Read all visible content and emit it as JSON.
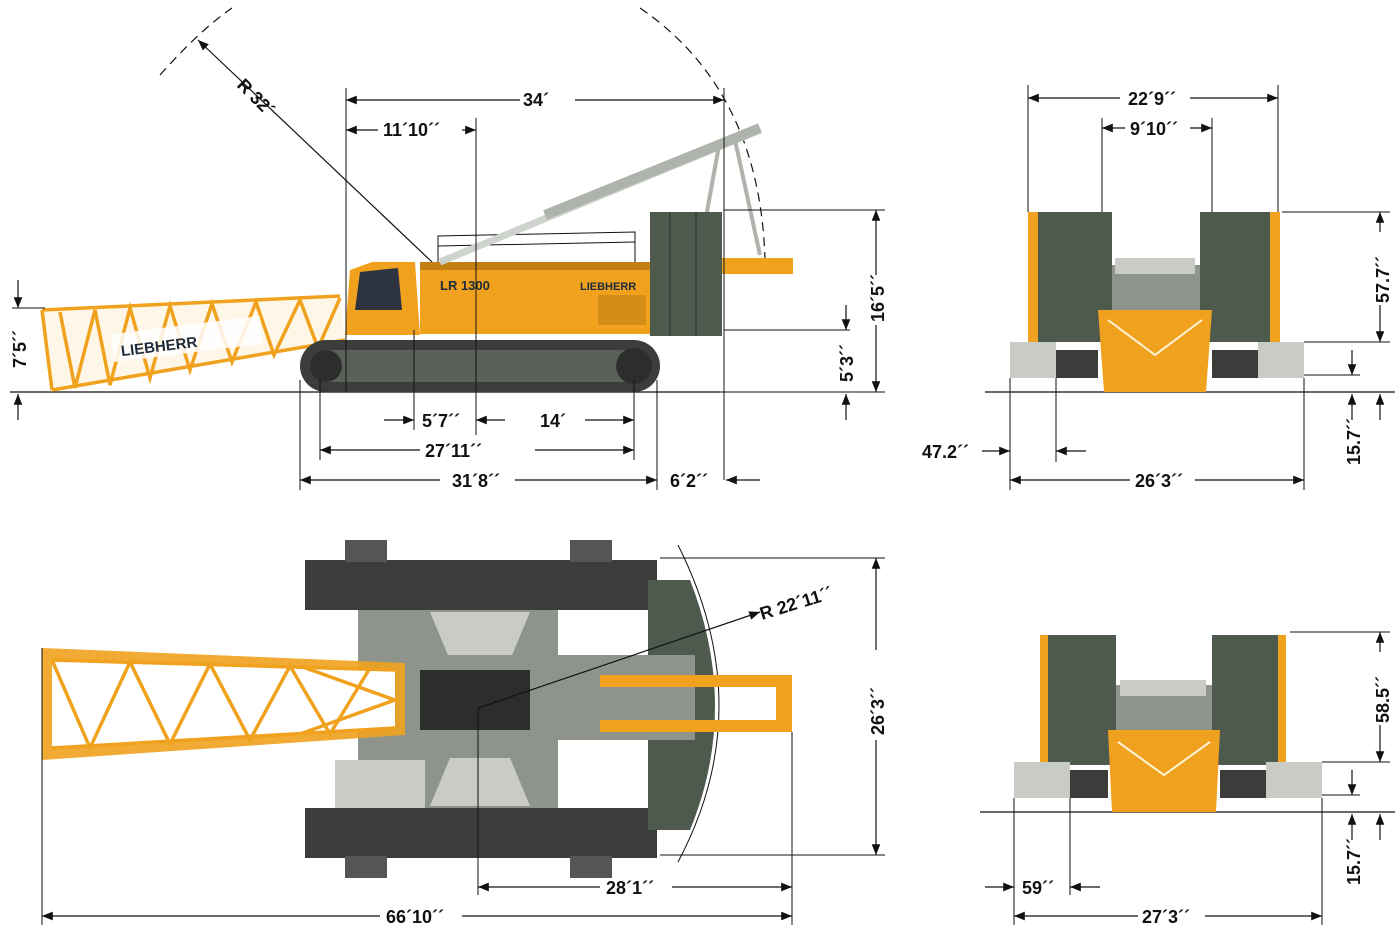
{
  "side_view": {
    "brand_text": "LIEBHERR",
    "model_text": "LR 1300",
    "dims": {
      "radius": "R 32´",
      "overall_width_top": "34´",
      "cab_offset": "11´10´´",
      "height_total": "16´5´´",
      "height_lower": "5´3´´",
      "boom_height": "7´5´´",
      "pivot_offset": "5´7´´",
      "pivot_to_rear": "14´",
      "track_center": "27´11´´",
      "track_length": "31´8´´",
      "tail_overhang": "6´2´´"
    }
  },
  "front_view_1": {
    "dims": {
      "overall_width": "22´9´´",
      "inner_width": "9´10´´",
      "height": "57.7´´",
      "ground_clearance": "15.7´´",
      "track_shoe": "47.2´´",
      "track_gauge": "26´3´´"
    }
  },
  "top_view": {
    "dims": {
      "radius": "R 22´11´´",
      "overall_width": "26´3´´",
      "pivot_to_end": "28´1´´",
      "overall_length": "66´10´´"
    }
  },
  "front_view_2": {
    "dims": {
      "height": "58.5´´",
      "ground_clearance": "15.7´´",
      "track_shoe": "59´´",
      "track_gauge": "27´3´´"
    }
  },
  "colors": {
    "crane_yellow": "#f0a21e",
    "track_dark": "#3a3d3a",
    "counterweight": "#4f5a4e"
  }
}
